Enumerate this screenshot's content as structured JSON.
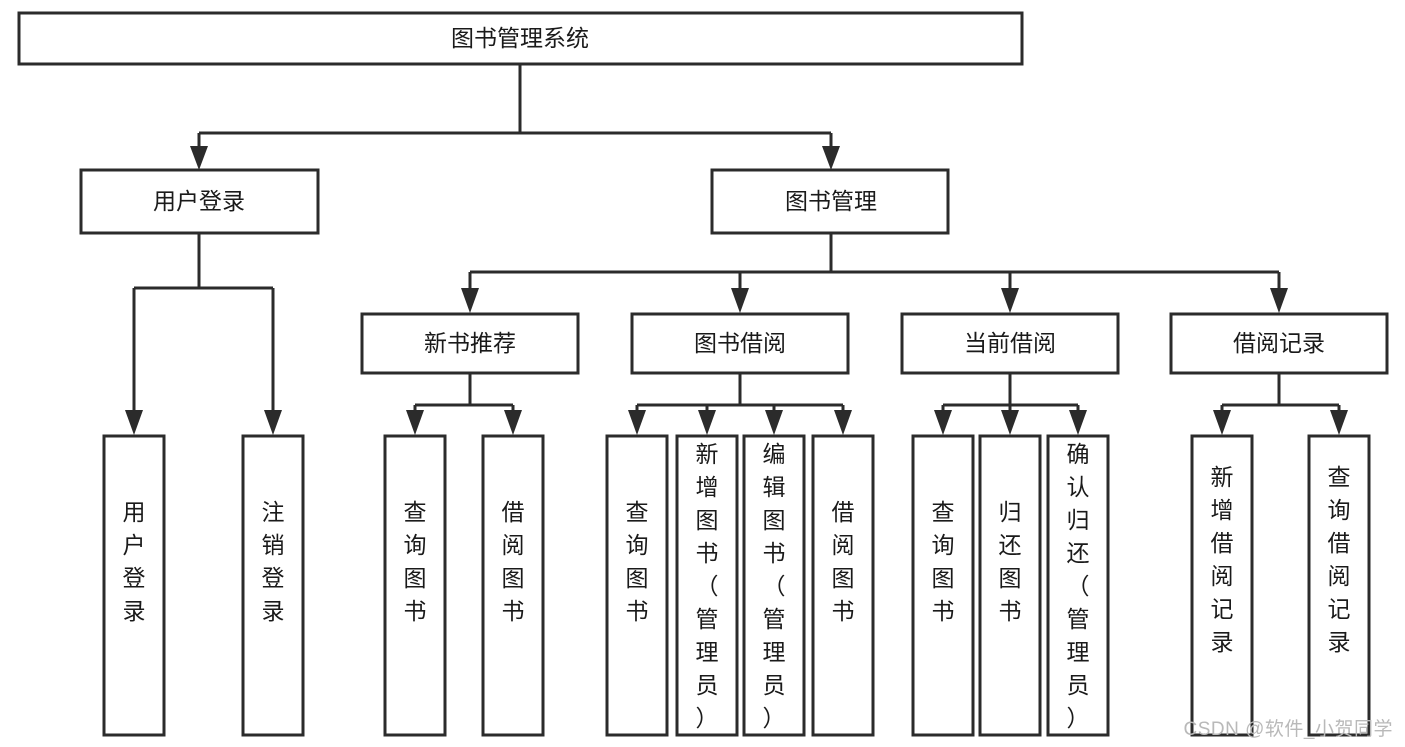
{
  "diagram": {
    "type": "tree",
    "title": "图书管理系统",
    "watermark": "CSDN @软件_小贺同学",
    "root": {
      "id": "root",
      "label": "图书管理系统",
      "orientation": "horizontal"
    },
    "level2": [
      {
        "id": "user-login",
        "label": "用户登录",
        "orientation": "horizontal"
      },
      {
        "id": "book-manage",
        "label": "图书管理",
        "orientation": "horizontal"
      }
    ],
    "level3": [
      {
        "id": "new-book-recommend",
        "label": "新书推荐",
        "parent": "book-manage",
        "orientation": "horizontal"
      },
      {
        "id": "book-borrow",
        "label": "图书借阅",
        "parent": "book-manage",
        "orientation": "horizontal"
      },
      {
        "id": "current-borrow",
        "label": "当前借阅",
        "parent": "book-manage",
        "orientation": "horizontal"
      },
      {
        "id": "borrow-record",
        "label": "借阅记录",
        "parent": "book-manage",
        "orientation": "horizontal"
      }
    ],
    "leaves": [
      {
        "id": "leaf-user-login",
        "label": "用户登录",
        "parent": "user-login",
        "orientation": "vertical"
      },
      {
        "id": "leaf-user-logout",
        "label": "注销登录",
        "parent": "user-login",
        "orientation": "vertical"
      },
      {
        "id": "leaf-query-book-1",
        "label": "查询图书",
        "parent": "new-book-recommend",
        "orientation": "vertical"
      },
      {
        "id": "leaf-borrow-book-1",
        "label": "借阅图书",
        "parent": "new-book-recommend",
        "orientation": "vertical"
      },
      {
        "id": "leaf-query-book-2",
        "label": "查询图书",
        "parent": "book-borrow",
        "orientation": "vertical"
      },
      {
        "id": "leaf-add-book",
        "label": "新增图书（管理员）",
        "parent": "book-borrow",
        "orientation": "vertical"
      },
      {
        "id": "leaf-edit-book",
        "label": "编辑图书（管理员）",
        "parent": "book-borrow",
        "orientation": "vertical"
      },
      {
        "id": "leaf-borrow-book-2",
        "label": "借阅图书",
        "parent": "book-borrow",
        "orientation": "vertical"
      },
      {
        "id": "leaf-query-book-3",
        "label": "查询图书",
        "parent": "current-borrow",
        "orientation": "vertical"
      },
      {
        "id": "leaf-return-book",
        "label": "归还图书",
        "parent": "current-borrow",
        "orientation": "vertical"
      },
      {
        "id": "leaf-confirm-return",
        "label": "确认归还（管理员）",
        "parent": "current-borrow",
        "orientation": "vertical"
      },
      {
        "id": "leaf-add-record",
        "label": "新增借阅记录",
        "parent": "borrow-record",
        "orientation": "vertical"
      },
      {
        "id": "leaf-query-record",
        "label": "查询借阅记录",
        "parent": "borrow-record",
        "orientation": "vertical"
      }
    ],
    "colors": {
      "box_stroke": "#2b2b2b",
      "box_fill": "#ffffff",
      "text": "#1a1a1a",
      "background": "#ffffff",
      "watermark": "#b9b9b9"
    }
  }
}
